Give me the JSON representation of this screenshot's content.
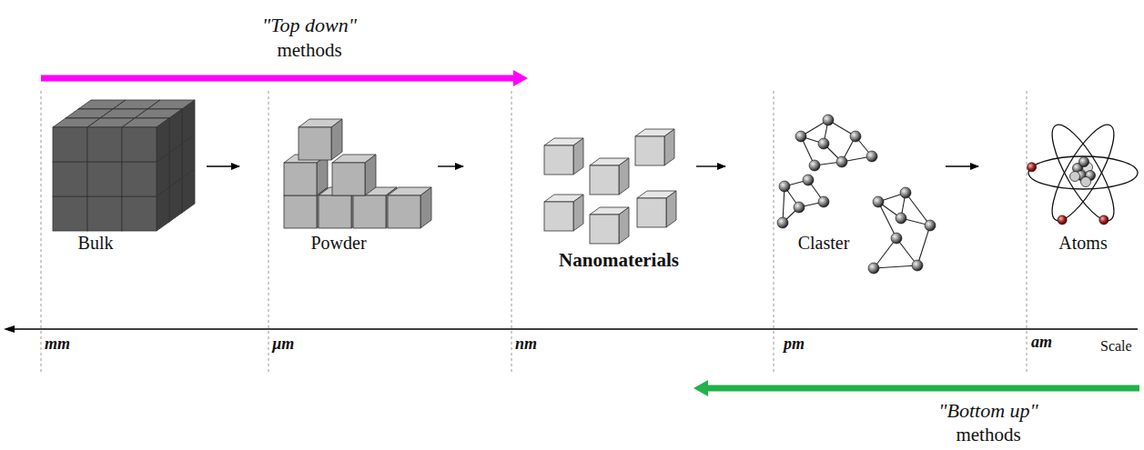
{
  "diagram": {
    "nodes": [
      {
        "text": [
          "Bulk"
        ]
      },
      {
        "text": [
          "Powder"
        ]
      },
      {
        "text": [
          "Nanomaterials"
        ]
      },
      {
        "text": [
          "Claster"
        ]
      },
      {
        "text": [
          "Atoms"
        ]
      }
    ],
    "edges": [
      {
        "from": 0,
        "to": 1,
        "arrow": "to"
      },
      {
        "from": 1,
        "to": 2,
        "arrow": "to"
      },
      {
        "from": 2,
        "to": 3,
        "arrow": "to"
      },
      {
        "from": 3,
        "to": 4,
        "arrow": "to"
      }
    ],
    "labels": [
      "\"Top down\"",
      "methods",
      "mm",
      "µm",
      "nm",
      "pm",
      "am",
      "Scale",
      "\"Bottom up\"",
      "methods"
    ]
  }
}
